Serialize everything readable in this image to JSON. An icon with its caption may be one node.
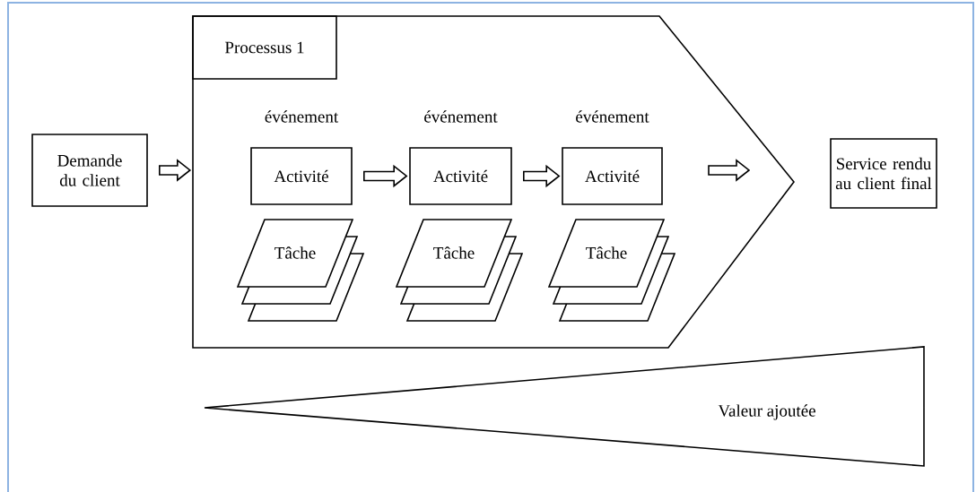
{
  "diagram": {
    "nodes": [
      {
        "text": [
          "Demande du client"
        ]
      },
      {
        "text": [
          "Processus 1"
        ]
      },
      {
        "text": [
          "Activité"
        ],
        "beside": [
          "événement"
        ],
        "in": 1
      },
      {
        "text": [
          "Tâche"
        ],
        "in": 1
      },
      {
        "text": [
          "Activité"
        ],
        "beside": [
          "événement"
        ],
        "in": 1
      },
      {
        "text": [
          "Tâche"
        ],
        "in": 1
      },
      {
        "text": [
          "Activité"
        ],
        "beside": [
          "événement"
        ],
        "in": 1
      },
      {
        "text": [
          "Tâche"
        ],
        "in": 1
      },
      {
        "text": [
          "Service rendu au client final"
        ]
      },
      {
        "text": [
          "Valeur ajoutée"
        ]
      }
    ],
    "edges": [
      {
        "from": 0,
        "to": 1,
        "arrow": "to"
      },
      {
        "from": 2,
        "to": 4,
        "arrow": "to"
      },
      {
        "from": 4,
        "to": 6,
        "arrow": "to"
      }
    ]
  }
}
